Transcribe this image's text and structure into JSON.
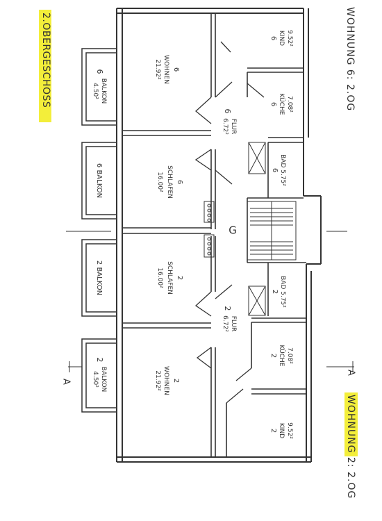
{
  "headings": {
    "floor": "2.OBERGESCHOSS",
    "apt6": "WOHNUNG 6: 2.OG",
    "apt2_prefix": "WOHNUNG 2:",
    "apt2_suffix": " 2.OG"
  },
  "section_marks": {
    "left": "A",
    "right": "A"
  },
  "stair": {
    "label": "G"
  },
  "apartment6": {
    "kind": {
      "num": "6",
      "name": "KIND",
      "area": "9.52²"
    },
    "wohnen": {
      "num": "6",
      "name": "WOHNEN",
      "area": "21.92²"
    },
    "balkon_top": {
      "num": "6",
      "name": "BALKON",
      "area": "4.50²"
    },
    "kueche": {
      "num": "6",
      "name": "KÜCHE",
      "area": "7.08²"
    },
    "flur": {
      "num": "6",
      "name": "FLUR",
      "area": "6.72²"
    },
    "bad": {
      "num": "6",
      "name": "BAD 5.75²"
    },
    "schlafen": {
      "num": "6",
      "name": "SCHLAFEN",
      "area": "16.00²"
    },
    "balkon_mid": {
      "label": "6 BALKON"
    }
  },
  "apartment2": {
    "balkon_mid": {
      "label": "2 BALKON"
    },
    "schlafen": {
      "num": "2",
      "name": "SCHLAFEN",
      "area": "16.00²"
    },
    "bad": {
      "num": "2",
      "name": "BAD 5.75²"
    },
    "flur": {
      "num": "2",
      "name": "FLUR",
      "area": "6.72²"
    },
    "kueche": {
      "num": "2",
      "name": "KÜCHE",
      "area": "7.08²"
    },
    "wohnen": {
      "num": "2",
      "name": "WOHNEN",
      "area": "21.92²"
    },
    "balkon_bottom": {
      "num": "2",
      "name": "BALKON",
      "area": "4.50²"
    },
    "kind": {
      "num": "2",
      "name": "KIND",
      "area": "9.52²"
    }
  },
  "colors": {
    "highlight": "#f3ee3a",
    "ink": "#333333"
  }
}
